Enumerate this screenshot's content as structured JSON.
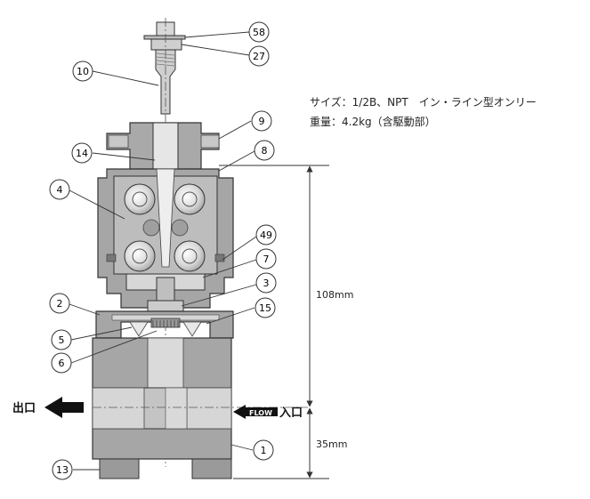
{
  "specs": {
    "size": "サイズ：1/2B、NPT　イン・ライン型オンリー",
    "weight": "重量：4.2kg（含駆動部）"
  },
  "flow": {
    "outlet_label": "出口",
    "inlet_label": "入口",
    "flow_tag": "FLOW"
  },
  "dimensions": {
    "upper": "108mm",
    "lower": "35mm"
  },
  "callouts": {
    "c58": "58",
    "c27": "27",
    "c10": "10",
    "c9": "9",
    "c8": "8",
    "c14": "14",
    "c4": "4",
    "c49": "49",
    "c7": "7",
    "c3": "3",
    "c2": "2",
    "c15": "15",
    "c5": "5",
    "c6": "6",
    "c1": "1",
    "c13": "13"
  },
  "colors": {
    "body_dark": "#a6a6a6",
    "body_mid": "#c0c0c0",
    "body_light": "#dcdcdc",
    "outline": "#3a3a3a"
  }
}
